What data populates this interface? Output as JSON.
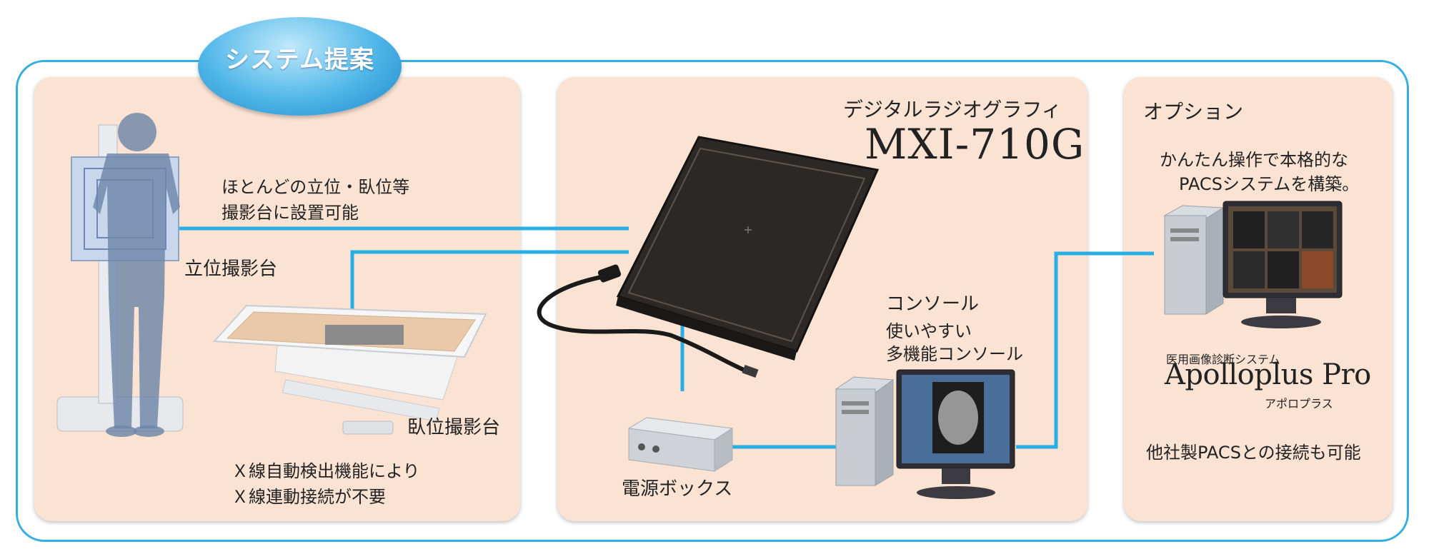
{
  "header": {
    "badge": "システム提案"
  },
  "left_panel": {
    "desc_line1": "ほとんどの立位・臥位等",
    "desc_line2": "撮影台に設置可能",
    "standing_label": "立位撮影台",
    "table_label": "臥位撮影台",
    "note_line1": "Ｘ線自動検出機能により",
    "note_line2": "Ｘ線連動接続が不要"
  },
  "center_panel": {
    "product_category": "デジタルラジオグラフィ",
    "model": "MXI-710G",
    "console_label": "コンソール",
    "console_desc1": "使いやすい",
    "console_desc2": "多機能コンソール",
    "power_box_label": "電源ボックス"
  },
  "right_panel": {
    "title": "オプション",
    "desc_line1": "かんたん操作で本格的な",
    "desc_line2": "PACSシステムを構築。",
    "system_caption": "医用画像診断システム",
    "product_name": "Apolloplus Pro",
    "product_kana": "アポロプラス",
    "footer": "他社製PACSとの接続も可能"
  },
  "colors": {
    "accent": "#37aee0",
    "panel": "#fbe3d4",
    "bubble": "#3aa8e4"
  }
}
